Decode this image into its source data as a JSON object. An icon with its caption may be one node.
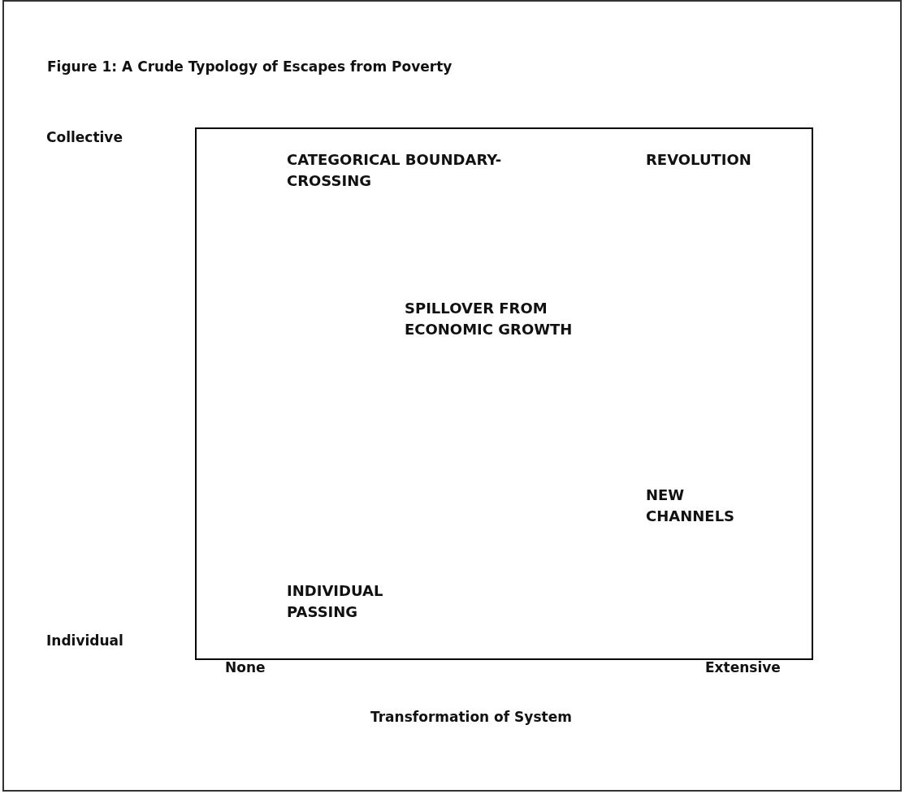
{
  "diagram": {
    "title": "Figure 1: A Crude Typology of Escapes from Poverty",
    "labels": [
      "Collective",
      "CATEGORICAL BOUNDARY-CROSSING",
      "REVOLUTION",
      "SPILLOVER FROM ECONOMIC GROWTH",
      "NEW CHANNELS",
      "INDIVIDUAL PASSING",
      "Individual",
      "None",
      "Extensive",
      "Transformation of System"
    ]
  }
}
